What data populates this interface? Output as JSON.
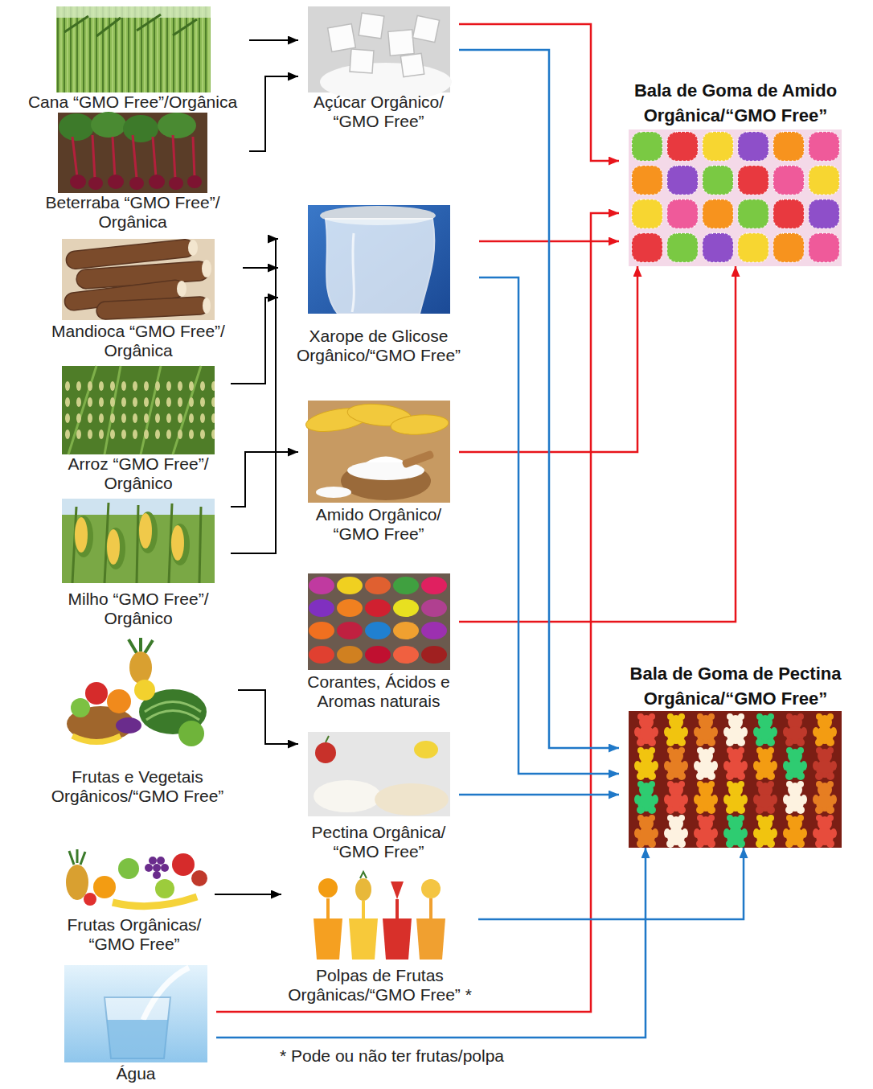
{
  "diagram": {
    "nodes": [
      {
        "text": [
          "Cana “GMO Free”/Orgânica"
        ]
      },
      {
        "text": [
          "Beterraba “GMO Free”/ Orgânica"
        ]
      },
      {
        "text": [
          "Mandioca “GMO Free”/ Orgânica"
        ]
      },
      {
        "text": [
          "Arroz “GMO Free”/ Orgânico"
        ]
      },
      {
        "text": [
          "Milho “GMO Free”/ Orgânico"
        ]
      },
      {
        "text": [
          "Frutas e Vegetais Orgânicos/“GMO Free”"
        ]
      },
      {
        "text": [
          "Frutas Orgânicas/ “GMO Free”"
        ]
      },
      {
        "text": [
          "Água"
        ]
      },
      {
        "text": [
          "Açúcar Orgânico/ “GMO Free”"
        ]
      },
      {
        "text": [
          "Xarope de Glicose Orgânico/“GMO Free”"
        ]
      },
      {
        "text": [
          "Amido Orgânico/ “GMO Free”"
        ]
      },
      {
        "text": [
          "Corantes, Ácidos e Aromas naturais"
        ]
      },
      {
        "text": [
          "Pectina Orgânica/ “GMO Free”"
        ]
      },
      {
        "text": [
          "Polpas de Frutas Orgânicas/“GMO Free” *"
        ]
      },
      {
        "text": [
          "Bala de Goma de Amido Orgânica/“GMO Free”"
        ]
      },
      {
        "text": [
          "Bala de Goma de Pectina Orgânica/“GMO Free”"
        ]
      }
    ],
    "edges": [
      {
        "from": 0,
        "to": 8,
        "arrow": "to"
      },
      {
        "from": 1,
        "to": 8,
        "arrow": "to"
      },
      {
        "from": 2,
        "to": 9,
        "arrow": "to"
      },
      {
        "from": 3,
        "to": 9,
        "arrow": "to"
      },
      {
        "from": 4,
        "to": 9,
        "arrow": "to"
      },
      {
        "from": 4,
        "to": 10,
        "arrow": "to"
      },
      {
        "from": 5,
        "to": 12,
        "arrow": "to"
      },
      {
        "from": 6,
        "to": 13,
        "arrow": "to"
      },
      {
        "from": 8,
        "to": 14,
        "arrow": "to"
      },
      {
        "from": 9,
        "to": 14,
        "arrow": "to"
      },
      {
        "from": 10,
        "to": 14,
        "arrow": "to"
      },
      {
        "from": 11,
        "to": 14,
        "arrow": "to"
      },
      {
        "from": 7,
        "to": 14,
        "arrow": "to"
      },
      {
        "from": 8,
        "to": 15,
        "arrow": "to"
      },
      {
        "from": 9,
        "to": 15,
        "arrow": "to"
      },
      {
        "from": 12,
        "to": 15,
        "arrow": "to"
      },
      {
        "from": 13,
        "to": 15,
        "arrow": "to"
      },
      {
        "from": 7,
        "to": 15,
        "arrow": "to"
      }
    ],
    "labels": [
      "* Pode ou não ter frutas/polpa"
    ]
  }
}
